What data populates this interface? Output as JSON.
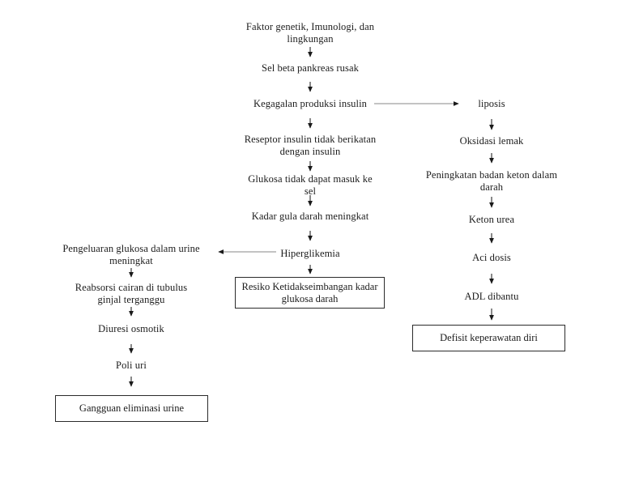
{
  "flowchart": {
    "center_column": {
      "nodes": [
        {
          "label": "Faktor genetik,  Imunologi, dan lingkungan",
          "type": "text"
        },
        {
          "label": "Sel beta pankreas rusak",
          "type": "text"
        },
        {
          "label": "Kegagalan produksi insulin",
          "type": "text"
        },
        {
          "label": "Reseptor insulin tidak berikatan dengan insulin",
          "type": "text"
        },
        {
          "label": "Glukosa tidak dapat masuk ke sel",
          "type": "text"
        },
        {
          "label": "Kadar gula darah meningkat",
          "type": "text"
        },
        {
          "label": "Hiperglikemia",
          "type": "text"
        },
        {
          "label": "Resiko Ketidakseimbangan kadar glukosa darah",
          "type": "box"
        }
      ]
    },
    "right_column": {
      "nodes": [
        {
          "label": "liposis",
          "type": "text"
        },
        {
          "label": "Oksidasi lemak",
          "type": "text"
        },
        {
          "label": "Peningkatan badan keton dalam darah",
          "type": "text"
        },
        {
          "label": "Keton urea",
          "type": "text"
        },
        {
          "label": "Aci dosis",
          "type": "text"
        },
        {
          "label": "ADL dibantu",
          "type": "text"
        },
        {
          "label": "Defisit keperawatan diri",
          "type": "box"
        }
      ]
    },
    "left_column": {
      "nodes": [
        {
          "label": "Pengeluaran glukosa dalam urine meningkat",
          "type": "text"
        },
        {
          "label": "Reabsorsi cairan di tubulus ginjal terganggu",
          "type": "text"
        },
        {
          "label": "Diuresi osmotik",
          "type": "text"
        },
        {
          "label": "Poli uri",
          "type": "text"
        },
        {
          "label": "Gangguan eliminasi urine",
          "type": "box"
        }
      ]
    },
    "colors": {
      "text": "#1c1c1c",
      "vertical_arrow": "#262626",
      "horizontal_arrow": "#878787",
      "box_border": "#2b2b2b",
      "background": "#ffffff"
    }
  }
}
